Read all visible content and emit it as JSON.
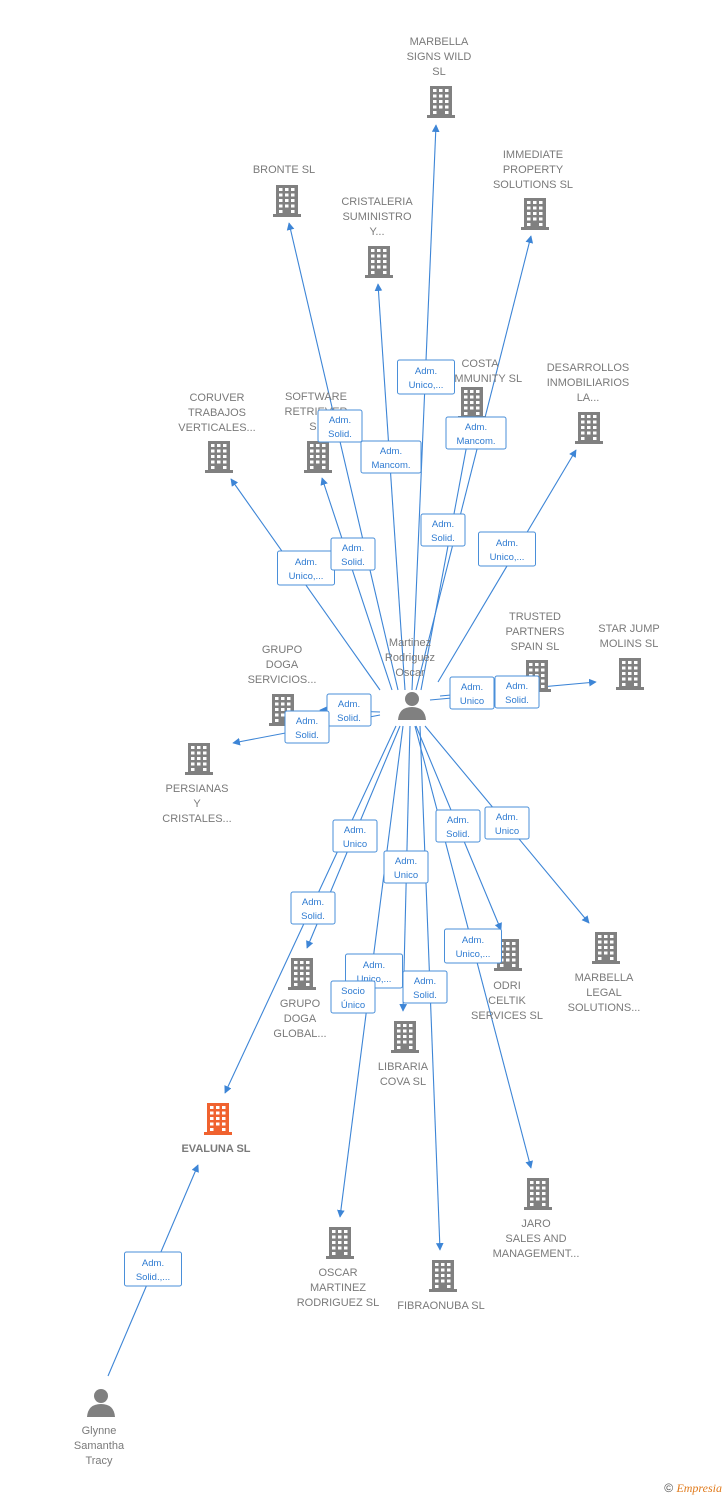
{
  "colors": {
    "edge": "#3d85d6",
    "node": "#808080",
    "highlight": "#f0622f",
    "label": "#7a7a7a",
    "relation_text": "#2f7bd1"
  },
  "nodes": [
    {
      "id": "marbella_signs",
      "type": "company",
      "lines": [
        "MARBELLA",
        "SIGNS WILD",
        "SL"
      ]
    },
    {
      "id": "bronte",
      "type": "company",
      "lines": [
        "BRONTE SL"
      ]
    },
    {
      "id": "immediate",
      "type": "company",
      "lines": [
        "IMMEDIATE",
        "PROPERTY",
        "SOLUTIONS SL"
      ]
    },
    {
      "id": "cristaleria",
      "type": "company",
      "lines": [
        "CRISTALERIA",
        "SUMINISTRO",
        "Y..."
      ]
    },
    {
      "id": "costa",
      "type": "company",
      "lines": [
        "COSTA",
        "COMMUNITY SL"
      ]
    },
    {
      "id": "desarrollos",
      "type": "company",
      "lines": [
        "DESARROLLOS",
        "INMOBILIARIOS",
        "LA..."
      ]
    },
    {
      "id": "coruver",
      "type": "company",
      "lines": [
        "CORUVER",
        "TRABAJOS",
        "VERTICALES..."
      ]
    },
    {
      "id": "software",
      "type": "company",
      "lines": [
        "SOFTWARE",
        "RETRIEVER",
        "SL"
      ]
    },
    {
      "id": "martinez",
      "type": "person",
      "lines": [
        "Martinez",
        "Rodriguez",
        "Oscar"
      ]
    },
    {
      "id": "grupo_doga_serv",
      "type": "company",
      "lines": [
        "GRUPO",
        "DOGA",
        "SERVICIOS..."
      ]
    },
    {
      "id": "trusted",
      "type": "company",
      "lines": [
        "TRUSTED",
        "PARTNERS",
        "SPAIN  SL"
      ]
    },
    {
      "id": "star_jump",
      "type": "company",
      "lines": [
        "STAR JUMP",
        "MOLINS  SL"
      ]
    },
    {
      "id": "persianas",
      "type": "company",
      "lines": [
        "PERSIANAS",
        "Y",
        "CRISTALES..."
      ]
    },
    {
      "id": "grupo_doga_glob",
      "type": "company",
      "lines": [
        "GRUPO",
        "DOGA",
        "GLOBAL..."
      ]
    },
    {
      "id": "odri",
      "type": "company",
      "lines": [
        "ODRI",
        "CELTIK",
        "SERVICES  SL"
      ]
    },
    {
      "id": "marbella_legal",
      "type": "company",
      "lines": [
        "MARBELLA",
        "LEGAL",
        "SOLUTIONS..."
      ]
    },
    {
      "id": "libraria",
      "type": "company",
      "lines": [
        "LIBRARIA",
        "COVA  SL"
      ]
    },
    {
      "id": "evaluna",
      "type": "company_highlight",
      "lines": [
        "EVALUNA  SL"
      ]
    },
    {
      "id": "jaro",
      "type": "company",
      "lines": [
        "JARO",
        "SALES AND",
        "MANAGEMENT..."
      ]
    },
    {
      "id": "oscar_sl",
      "type": "company",
      "lines": [
        "OSCAR",
        "MARTINEZ",
        "RODRIGUEZ SL"
      ]
    },
    {
      "id": "fibraonuba",
      "type": "company",
      "lines": [
        "FIBRAONUBA SL"
      ]
    },
    {
      "id": "glynne",
      "type": "person",
      "lines": [
        "Glynne",
        "Samantha",
        "Tracy"
      ]
    }
  ],
  "relations": [
    {
      "id": "r_marbella_signs",
      "lines": [
        "Adm.",
        "Unico,..."
      ]
    },
    {
      "id": "r_bronte",
      "lines": [
        "Adm.",
        "Solid."
      ]
    },
    {
      "id": "r_cristaleria",
      "lines": [
        "Adm.",
        "Mancom."
      ]
    },
    {
      "id": "r_immediate",
      "lines": [
        "Adm.",
        "Mancom."
      ]
    },
    {
      "id": "r_costa",
      "lines": [
        "Adm.",
        "Solid."
      ]
    },
    {
      "id": "r_desarrollos",
      "lines": [
        "Adm.",
        "Unico,..."
      ]
    },
    {
      "id": "r_coruver",
      "lines": [
        "Adm.",
        "Unico,..."
      ]
    },
    {
      "id": "r_software",
      "lines": [
        "Adm.",
        "Solid."
      ]
    },
    {
      "id": "r_grupo_doga_serv",
      "lines": [
        "Adm.",
        "Solid."
      ]
    },
    {
      "id": "r_persianas",
      "lines": [
        "Adm.",
        "Solid."
      ]
    },
    {
      "id": "r_trusted",
      "lines": [
        "Adm.",
        "Unico"
      ]
    },
    {
      "id": "r_star_jump",
      "lines": [
        "Adm.",
        "Solid."
      ]
    },
    {
      "id": "r_grupo_doga_glob",
      "lines": [
        "Adm.",
        "Unico"
      ]
    },
    {
      "id": "r_evaluna",
      "lines": [
        "Adm.",
        "Solid."
      ]
    },
    {
      "id": "r_libraria",
      "lines": [
        "Adm.",
        "Unico"
      ]
    },
    {
      "id": "r_odri_solid",
      "lines": [
        "Adm.",
        "Solid."
      ]
    },
    {
      "id": "r_marbella_legal",
      "lines": [
        "Adm.",
        "Unico"
      ]
    },
    {
      "id": "r_odri_unico",
      "lines": [
        "Adm.",
        "Unico,..."
      ]
    },
    {
      "id": "r_oscar_unico",
      "lines": [
        "Adm.",
        "Unico,..."
      ]
    },
    {
      "id": "r_fibraonuba",
      "lines": [
        "Adm.",
        "Solid."
      ]
    },
    {
      "id": "r_oscar_socio",
      "lines": [
        "Socio",
        "Único"
      ]
    },
    {
      "id": "r_glynne",
      "lines": [
        "Adm.",
        "Solid.,..."
      ]
    }
  ],
  "footer": {
    "copyright_symbol": "©",
    "brand": "Empresia"
  }
}
